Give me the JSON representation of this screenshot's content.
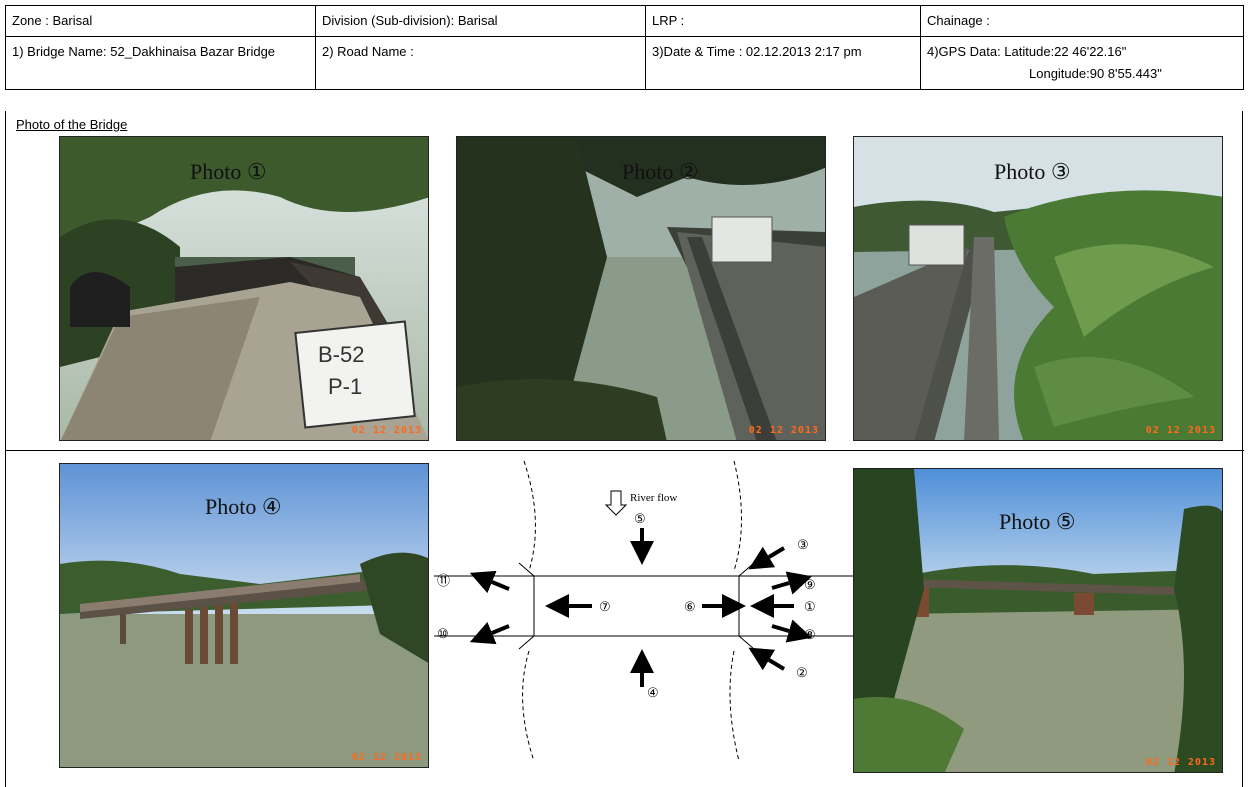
{
  "header": {
    "zone": "Zone : Barisal",
    "division": "Division (Sub-division): Barisal",
    "lrp": "LRP :",
    "chainage": "Chainage :",
    "bridge_name": "1) Bridge Name: 52_Dakhinaisa Bazar Bridge",
    "road_name": "2) Road Name :",
    "date_time": "3)Date & Time : 02.12.2013 2:17 pm",
    "gps_lat": "4)GPS Data: Latitude:22 46'22.16\"",
    "gps_lon": "Longitude:90 8'55.443\""
  },
  "section_title": "Photo of the Bridge",
  "photos": [
    {
      "label": "Photo ①",
      "date": "02 12 2013",
      "sign": "B-52\nP-1"
    },
    {
      "label": "Photo ②",
      "date": "02 12 2013"
    },
    {
      "label": "Photo ③",
      "date": "02 12 2013"
    },
    {
      "label": "Photo ④",
      "date": "02 12 2013"
    },
    {
      "label": "Photo ⑤",
      "date": "02 12 2013"
    }
  ],
  "diagram": {
    "river_flow": "River flow",
    "markers": [
      "①",
      "②",
      "③",
      "④",
      "⑤",
      "⑥",
      "⑦",
      "⑧",
      "⑨",
      "⑩",
      "⑪"
    ]
  }
}
